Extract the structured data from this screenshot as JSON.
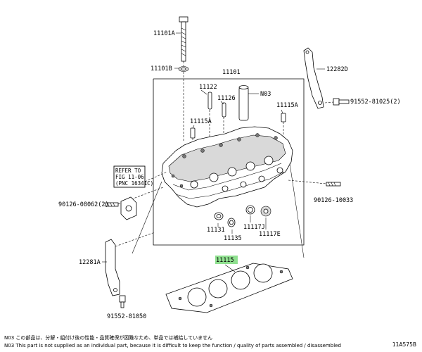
{
  "parts": {
    "p11101A": "11101A",
    "p11101B": "11101B",
    "p11101": "11101",
    "p11122": "11122",
    "p11126": "11126",
    "pN03": "N03",
    "p11115A_left": "11115A",
    "p11115A_right": "11115A",
    "p12282D": "12282D",
    "p91552_81025": "91552-81025(2)",
    "p90126_08062": "90126-08062(2)",
    "p90126_10033": "90126-10033",
    "p11131": "11131",
    "p11135": "11135",
    "p11117J": "11117J",
    "p11117E": "11117E",
    "p12281A": "12281A",
    "p11115": "11115",
    "p91552_81050": "91552-81050"
  },
  "refer": {
    "line1": "REFER TO",
    "line2": "FIG 11-06",
    "line3": "(PNC 16341C)"
  },
  "notes": {
    "jp": "N03 この部品は、分解・組付け後の性能・品質確保が困難なため、単品では補給していません",
    "en": "N03 This part is not supplied as an individual part, because it is difficult to keep the function / quality of parts assembled / disassembled"
  },
  "diagram_id": "11A575B",
  "colors": {
    "highlight": "#8fe08f",
    "line": "#000000",
    "background": "#ffffff"
  }
}
